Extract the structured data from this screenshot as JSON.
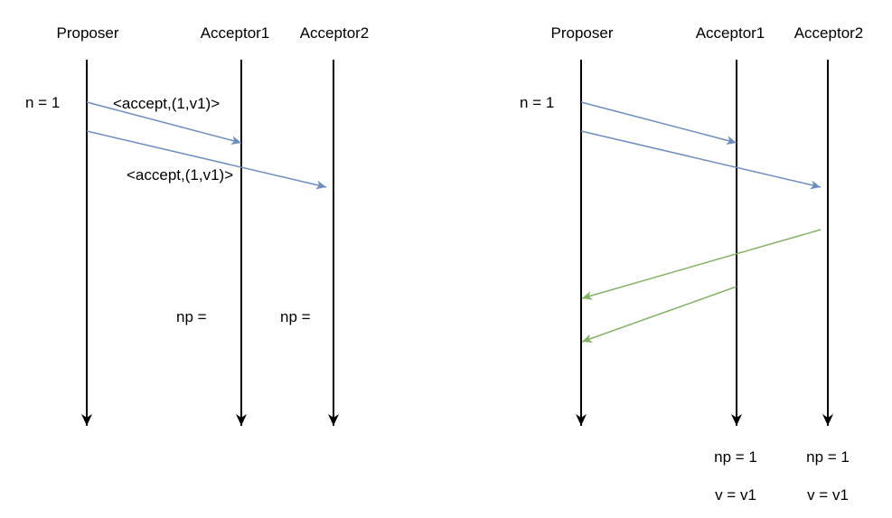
{
  "left": {
    "participants": [
      "Proposer",
      "Acceptor1",
      "Acceptor2"
    ],
    "proposer_state": "n = 1",
    "messages": [
      "<accept,(1,v1)>",
      "<accept,(1,v1)>"
    ],
    "acceptor1_state": "np =",
    "acceptor2_state": "np ="
  },
  "right": {
    "participants": [
      "Proposer",
      "Acceptor1",
      "Acceptor2"
    ],
    "proposer_state": "n = 1",
    "acceptor1_np": "np = 1",
    "acceptor1_v": "v = v1",
    "acceptor2_np": "np = 1",
    "acceptor2_v": "v = v1"
  },
  "colors": {
    "request": "#6c8ebf",
    "response": "#82b366",
    "lifeline": "#000000"
  }
}
